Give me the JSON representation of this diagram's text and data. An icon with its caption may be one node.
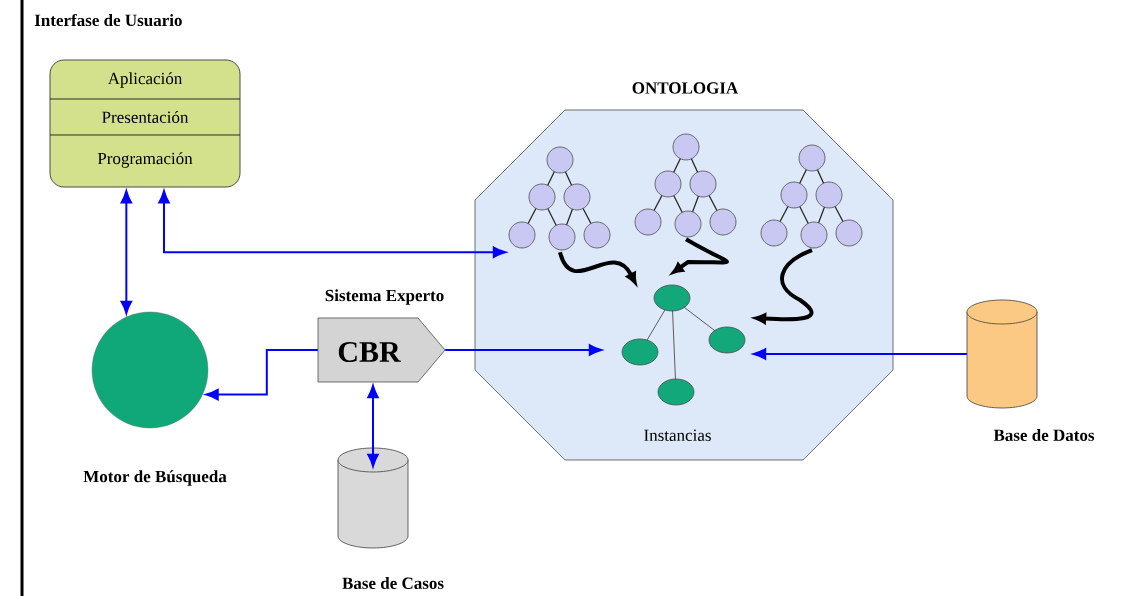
{
  "diagram": {
    "nodes": [
      {
        "text": [
          "Interfase de Usuario",
          "Aplicación",
          "Presentación",
          "Programación"
        ]
      },
      {
        "text": [
          "Motor de Búsqueda"
        ]
      },
      {
        "text": [
          "Sistema Experto",
          "CBR"
        ]
      },
      {
        "text": [
          "Base de Casos"
        ]
      },
      {
        "text": [
          "ONTOLOGIA"
        ]
      },
      {
        "text": [],
        "shape": "picture",
        "in": 4
      },
      {
        "text": [],
        "shape": "picture",
        "in": 4
      },
      {
        "text": [],
        "shape": "picture",
        "in": 4
      },
      {
        "text": [
          "Instancias"
        ],
        "in": 4
      },
      {
        "text": [
          "Base de Datos"
        ]
      }
    ],
    "edges": [
      {
        "from": 1,
        "to": 0,
        "arrow": "both"
      },
      {
        "from": 0,
        "to": 5,
        "arrow": "both"
      },
      {
        "from": 2,
        "to": 1,
        "arrow": "to"
      },
      {
        "from": 2,
        "to": 8,
        "arrow": "to"
      },
      {
        "from": 2,
        "to": 3,
        "arrow": "both"
      },
      {
        "from": 9,
        "to": 8,
        "arrow": "to"
      },
      {
        "from": 5,
        "to": 8,
        "arrow": "to",
        "style": "thick",
        "color": "#000000"
      },
      {
        "from": 6,
        "to": 8,
        "arrow": "to",
        "style": "thick",
        "color": "#000000"
      },
      {
        "from": 7,
        "to": 8,
        "arrow": "to",
        "style": "thick",
        "color": "#000000"
      }
    ]
  }
}
